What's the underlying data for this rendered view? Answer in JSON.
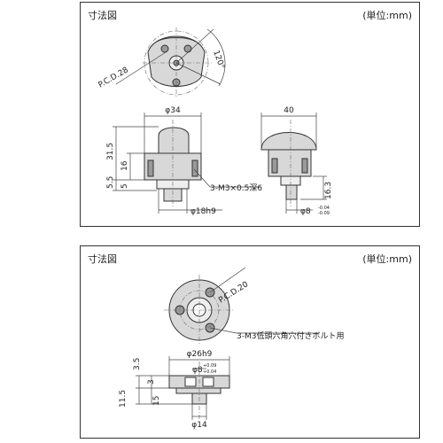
{
  "panel1": {
    "title": "寸法図",
    "unit": "(単位:mm)",
    "labels": {
      "pcd": "P.C.D.28",
      "angle": "120°",
      "d34": "φ34",
      "w40": "40",
      "h315": "31.5",
      "h16": "16",
      "h55": "5.5",
      "h5": "5",
      "tap": "3-M3×0.5深6",
      "d18": "φ18h9",
      "h163": "16.3",
      "d8": "φ8",
      "tol_up": "-0.04",
      "tol_lo": "-0.09"
    }
  },
  "panel2": {
    "title": "寸法図",
    "unit": "(単位:mm)",
    "labels": {
      "pcd": "P.C.D.20",
      "bolt": "3-M3低頭六角穴付きボルト用",
      "d26": "φ26h9",
      "d8": "φ8",
      "tol_up": "+0.09",
      "tol_lo": "+0.04",
      "h35": "3.5",
      "h3": "3",
      "h115": "11.5",
      "h15": "15",
      "d14": "φ14"
    }
  }
}
